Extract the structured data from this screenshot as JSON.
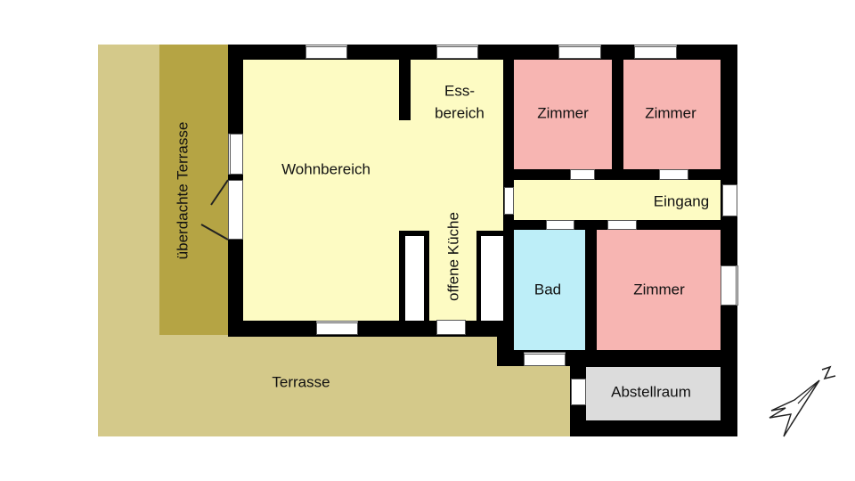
{
  "colors": {
    "terrace": "#d4c98a",
    "covered_terrace": "#b5a444",
    "living": "#fdfbc3",
    "bedroom": "#f7b5b2",
    "bath": "#bdeef8",
    "storage": "#dcdcdc",
    "wall": "#000000"
  },
  "labels": {
    "covered_terrace": "überdachte Terrasse",
    "terrace": "Terrasse",
    "living": "Wohnbereich",
    "dining_line1": "Ess-",
    "dining_line2": "bereich",
    "kitchen": "offene Küche",
    "room1": "Zimmer",
    "room2": "Zimmer",
    "entrance": "Eingang",
    "bath": "Bad",
    "room3": "Zimmer",
    "storage": "Abstellraum"
  },
  "compass": {
    "icon": "north-arrow-icon",
    "label": "N"
  }
}
